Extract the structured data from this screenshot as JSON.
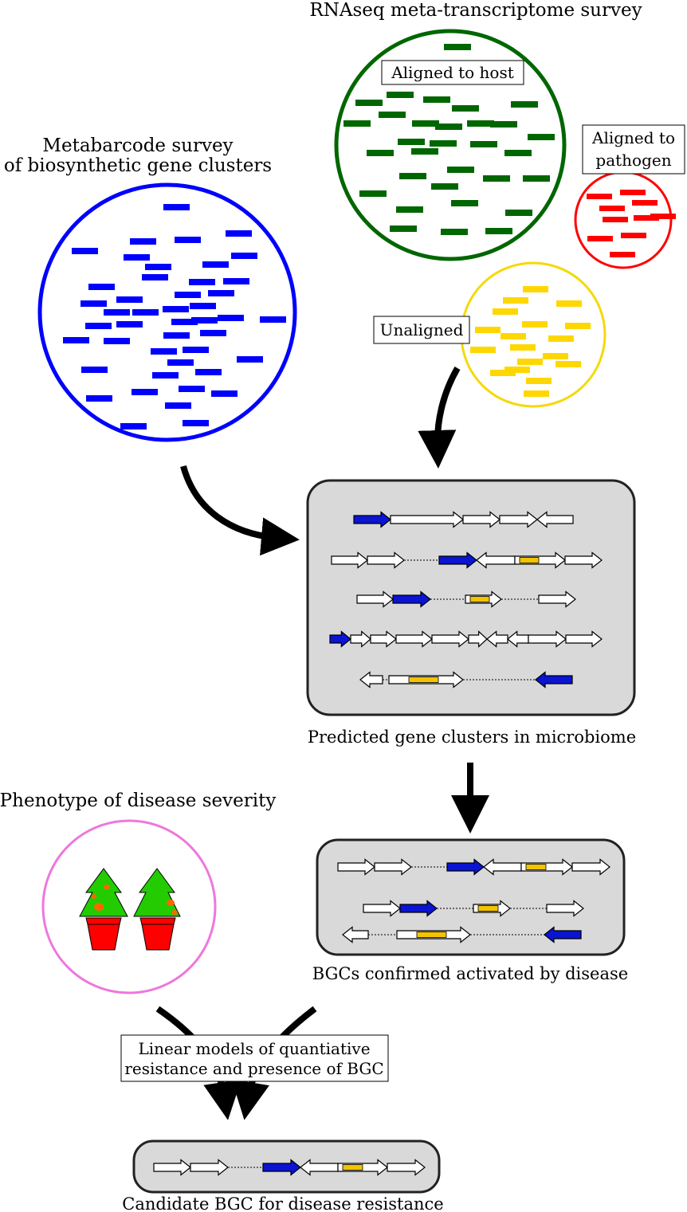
{
  "colors": {
    "metabarcode": "#0000ff",
    "host": "#006600",
    "pathogen": "#ff0000",
    "unaligned": "#ffd700",
    "unaligned_ring": "#f5d90a",
    "phenotype_ring": "#ee77dd",
    "panel_fill": "#d9d9d9",
    "gene_fill": "#ffffff",
    "gene_focus": "#0a14d2",
    "gene_domain": "#f2c300",
    "tree": "#22cc00",
    "lesion": "#ff6600",
    "pot": "#ff0000"
  },
  "labels": {
    "rnaseq_title": "RNAseq meta-transcriptome survey",
    "aligned_host": "Aligned to host",
    "aligned_pathogen_line1": "Aligned to",
    "aligned_pathogen_line2": "pathogen",
    "unaligned": "Unaligned",
    "metabarcode_line1": "Metabarcode survey",
    "metabarcode_line2": "of biosynthetic gene clusters",
    "predicted_clusters": "Predicted gene clusters in microbiome",
    "phenotype": "Phenotype of disease severity",
    "confirmed": "BGCs confirmed activated by disease",
    "linear_models_line1": "Linear models of quantiative",
    "linear_models_line2": "resistance and presence of BGC",
    "candidate": "Candidate BGC for disease resistance"
  },
  "icons": {
    "plants": "potted-tree-icon",
    "arrows": "curved-arrow-icon"
  }
}
